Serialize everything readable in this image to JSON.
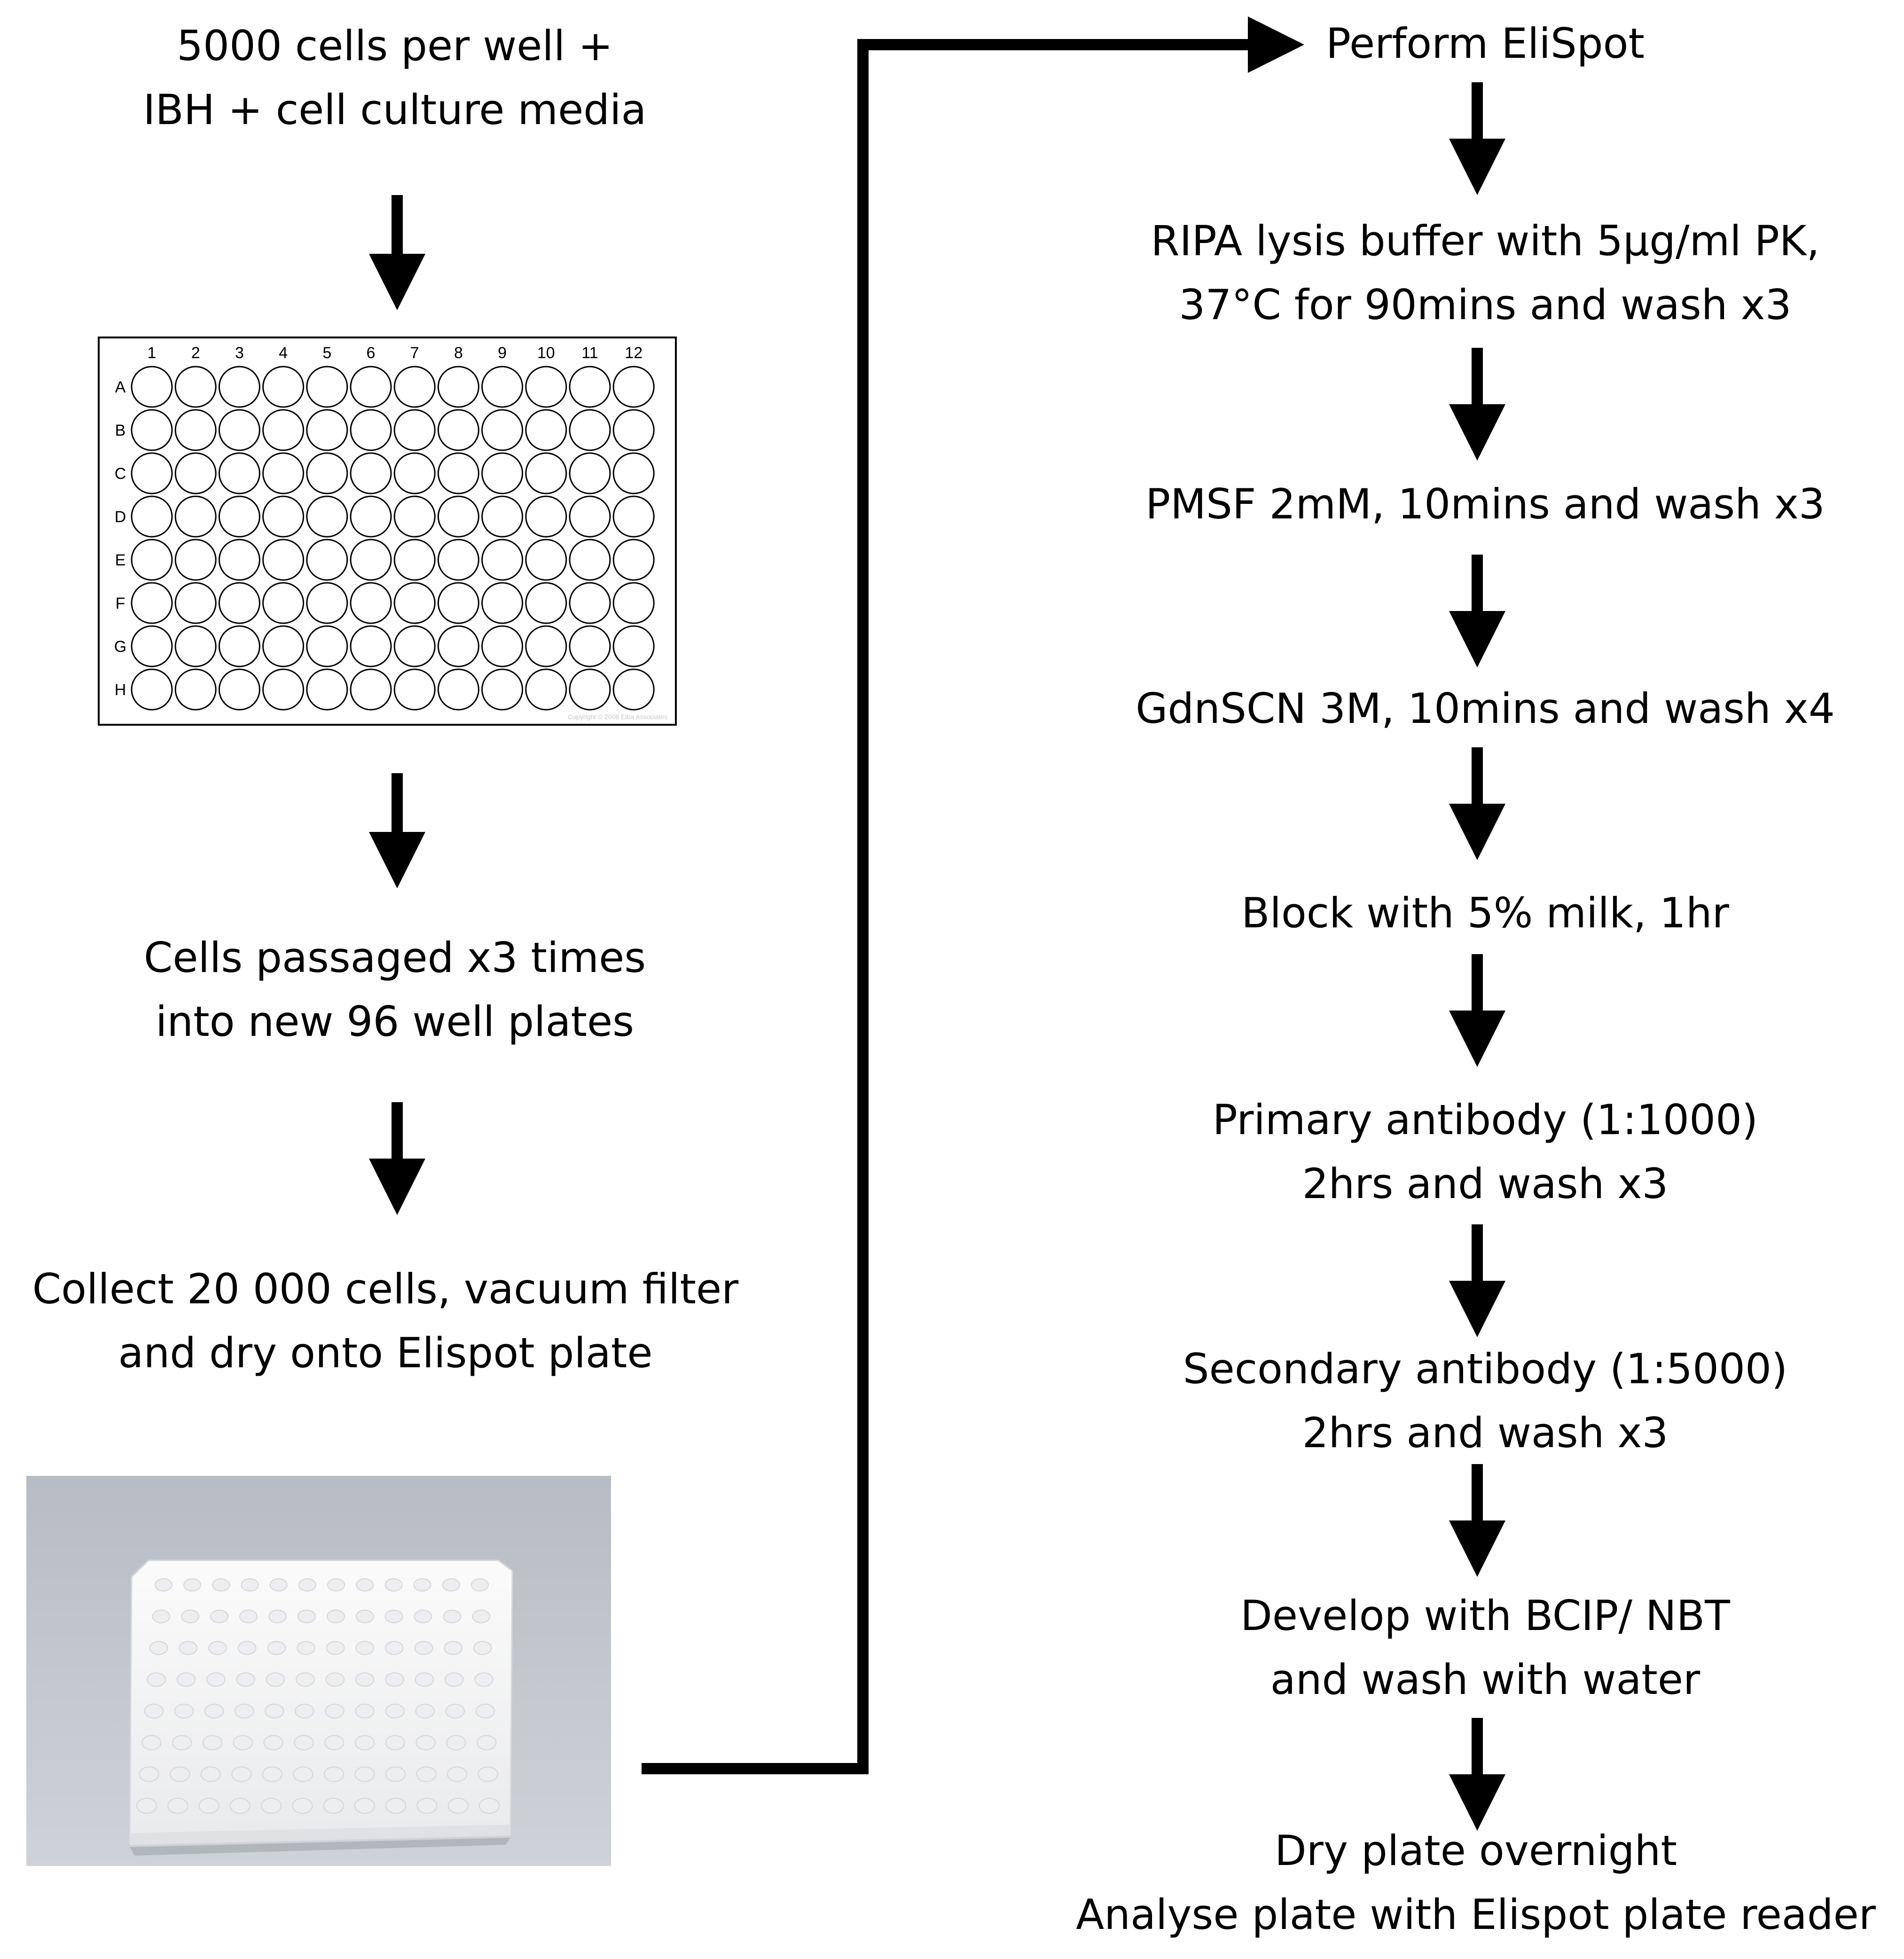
{
  "left_steps": [
    {
      "lines": [
        "5000 cells per well +",
        "IBH + cell culture media"
      ]
    },
    {
      "lines": [
        "Cells passaged x3 times",
        "into new 96 well plates"
      ]
    },
    {
      "lines": [
        "Collect 20 000 cells, vacuum filter",
        "and dry onto Elispot plate"
      ]
    }
  ],
  "right_steps": [
    {
      "lines": [
        "Perform EliSpot"
      ]
    },
    {
      "lines": [
        "RIPA lysis buffer with 5µg/ml PK,",
        "37°C for 90mins and wash x3"
      ]
    },
    {
      "lines": [
        "PMSF 2mM, 10mins and wash x3"
      ]
    },
    {
      "lines": [
        "GdnSCN 3M, 10mins and wash x4"
      ]
    },
    {
      "lines": [
        "Block with 5% milk, 1hr"
      ]
    },
    {
      "lines": [
        "Primary antibody (1:1000)",
        "2hrs and wash x3"
      ]
    },
    {
      "lines": [
        "Secondary antibody (1:5000)",
        "2hrs and wash x3"
      ]
    },
    {
      "lines": [
        "Develop with BCIP/ NBT",
        "and wash with water"
      ]
    },
    {
      "lines": [
        "Dry plate overnight",
        "Analyse plate with Elispot plate reader"
      ]
    }
  ],
  "plate_diagram": {
    "columns": [
      "1",
      "2",
      "3",
      "4",
      "5",
      "6",
      "7",
      "8",
      "9",
      "10",
      "11",
      "12"
    ],
    "rows": [
      "A",
      "B",
      "C",
      "D",
      "E",
      "F",
      "G",
      "H"
    ],
    "copyright": "Copyright © 2008 Eiba Associates"
  }
}
